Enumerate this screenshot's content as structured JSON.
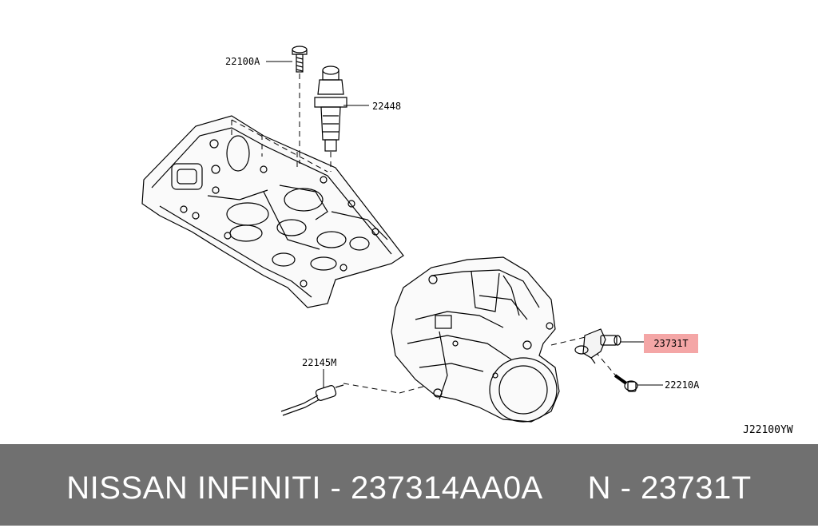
{
  "diagram": {
    "callouts": {
      "bolt_top": "22100A",
      "ignition_coil": "22448",
      "harness": "22145M",
      "sensor": "23731T",
      "bolt_bottom": "22210A"
    },
    "diagram_code": "J22100YW",
    "highlight_color": "#f4a6a6"
  },
  "footer": {
    "text": "NISSAN INFINITI - 237314AA0A     N - 23731T",
    "bg_color": "#707070"
  }
}
